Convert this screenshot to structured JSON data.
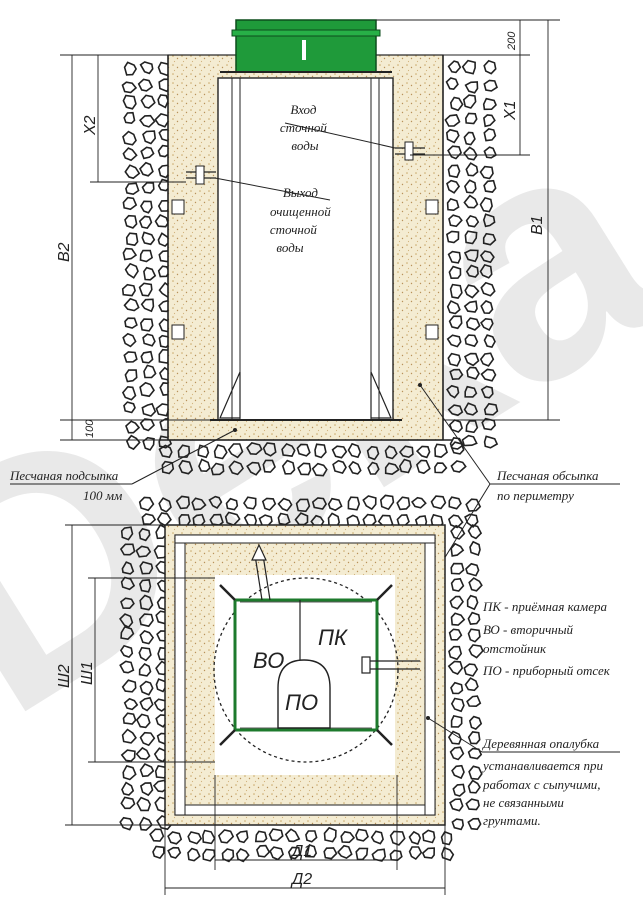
{
  "watermark": "Deka",
  "dimensions": {
    "h200": "200",
    "x1": "X1",
    "x2": "X2",
    "b1": "B1",
    "b2": "B2",
    "h100": "100",
    "sh1": "Ш1",
    "sh2": "Ш2",
    "d1": "Д1",
    "d2": "Д2"
  },
  "labels": {
    "inlet": [
      "Вход",
      "сточной",
      "воды"
    ],
    "outlet": [
      "Выход",
      "очищенной",
      "сточной",
      "воды"
    ],
    "sand_base": [
      "Песчаная подсыпка",
      "100 мм"
    ],
    "sand_fill": [
      "Песчаная обсыпка",
      "по периметру"
    ],
    "formwork": [
      "Деревянная опалубка",
      "устанавливается при",
      "работах с сыпучими,",
      "не связанными",
      "грунтами."
    ]
  },
  "chambers": {
    "pk": "ПК",
    "vo": "ВО",
    "po": "ПО"
  },
  "legend": [
    "ПК - приёмная камера",
    "ВО - вторичный",
    "отстойник",
    "ПО - приборный отсек"
  ],
  "colors": {
    "lid_green": "#1f9a3a",
    "tank_green": "#1d7a2c",
    "sand": "#f4ecd2",
    "sand_dots": "#c9a86a",
    "watermark": "#e0e0e0",
    "line": "#222222"
  }
}
